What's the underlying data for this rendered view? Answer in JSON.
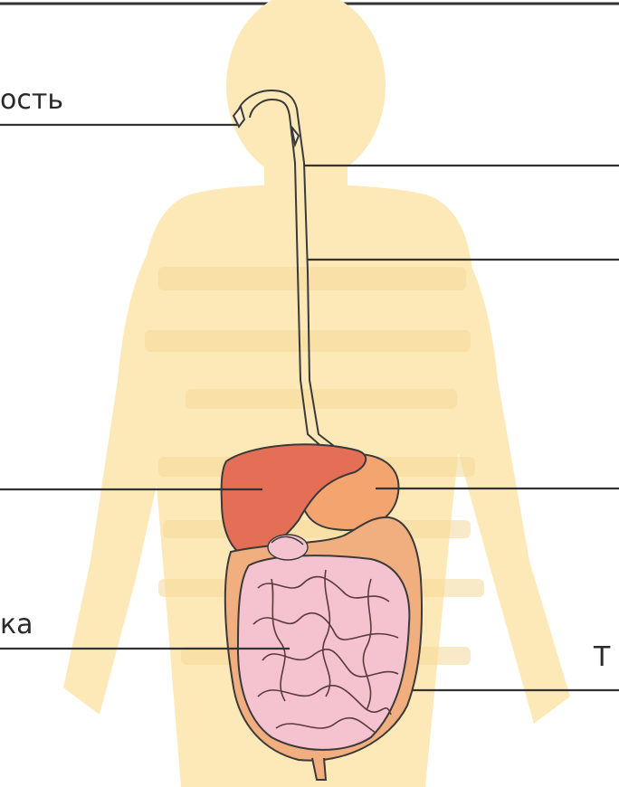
{
  "labels": {
    "mouth_partial": "ость",
    "intestine_partial": "ка",
    "right_bottom_partial": "Т"
  },
  "colors": {
    "background": "#ffffff",
    "silhouette": "#fde9b8",
    "liver": "#e46f56",
    "stomach": "#f3a46f",
    "small_intestine": "#f4c3cf",
    "large_intestine": "#f1ae7f",
    "outline": "#3a3a3a",
    "leader_line": "#333333"
  }
}
